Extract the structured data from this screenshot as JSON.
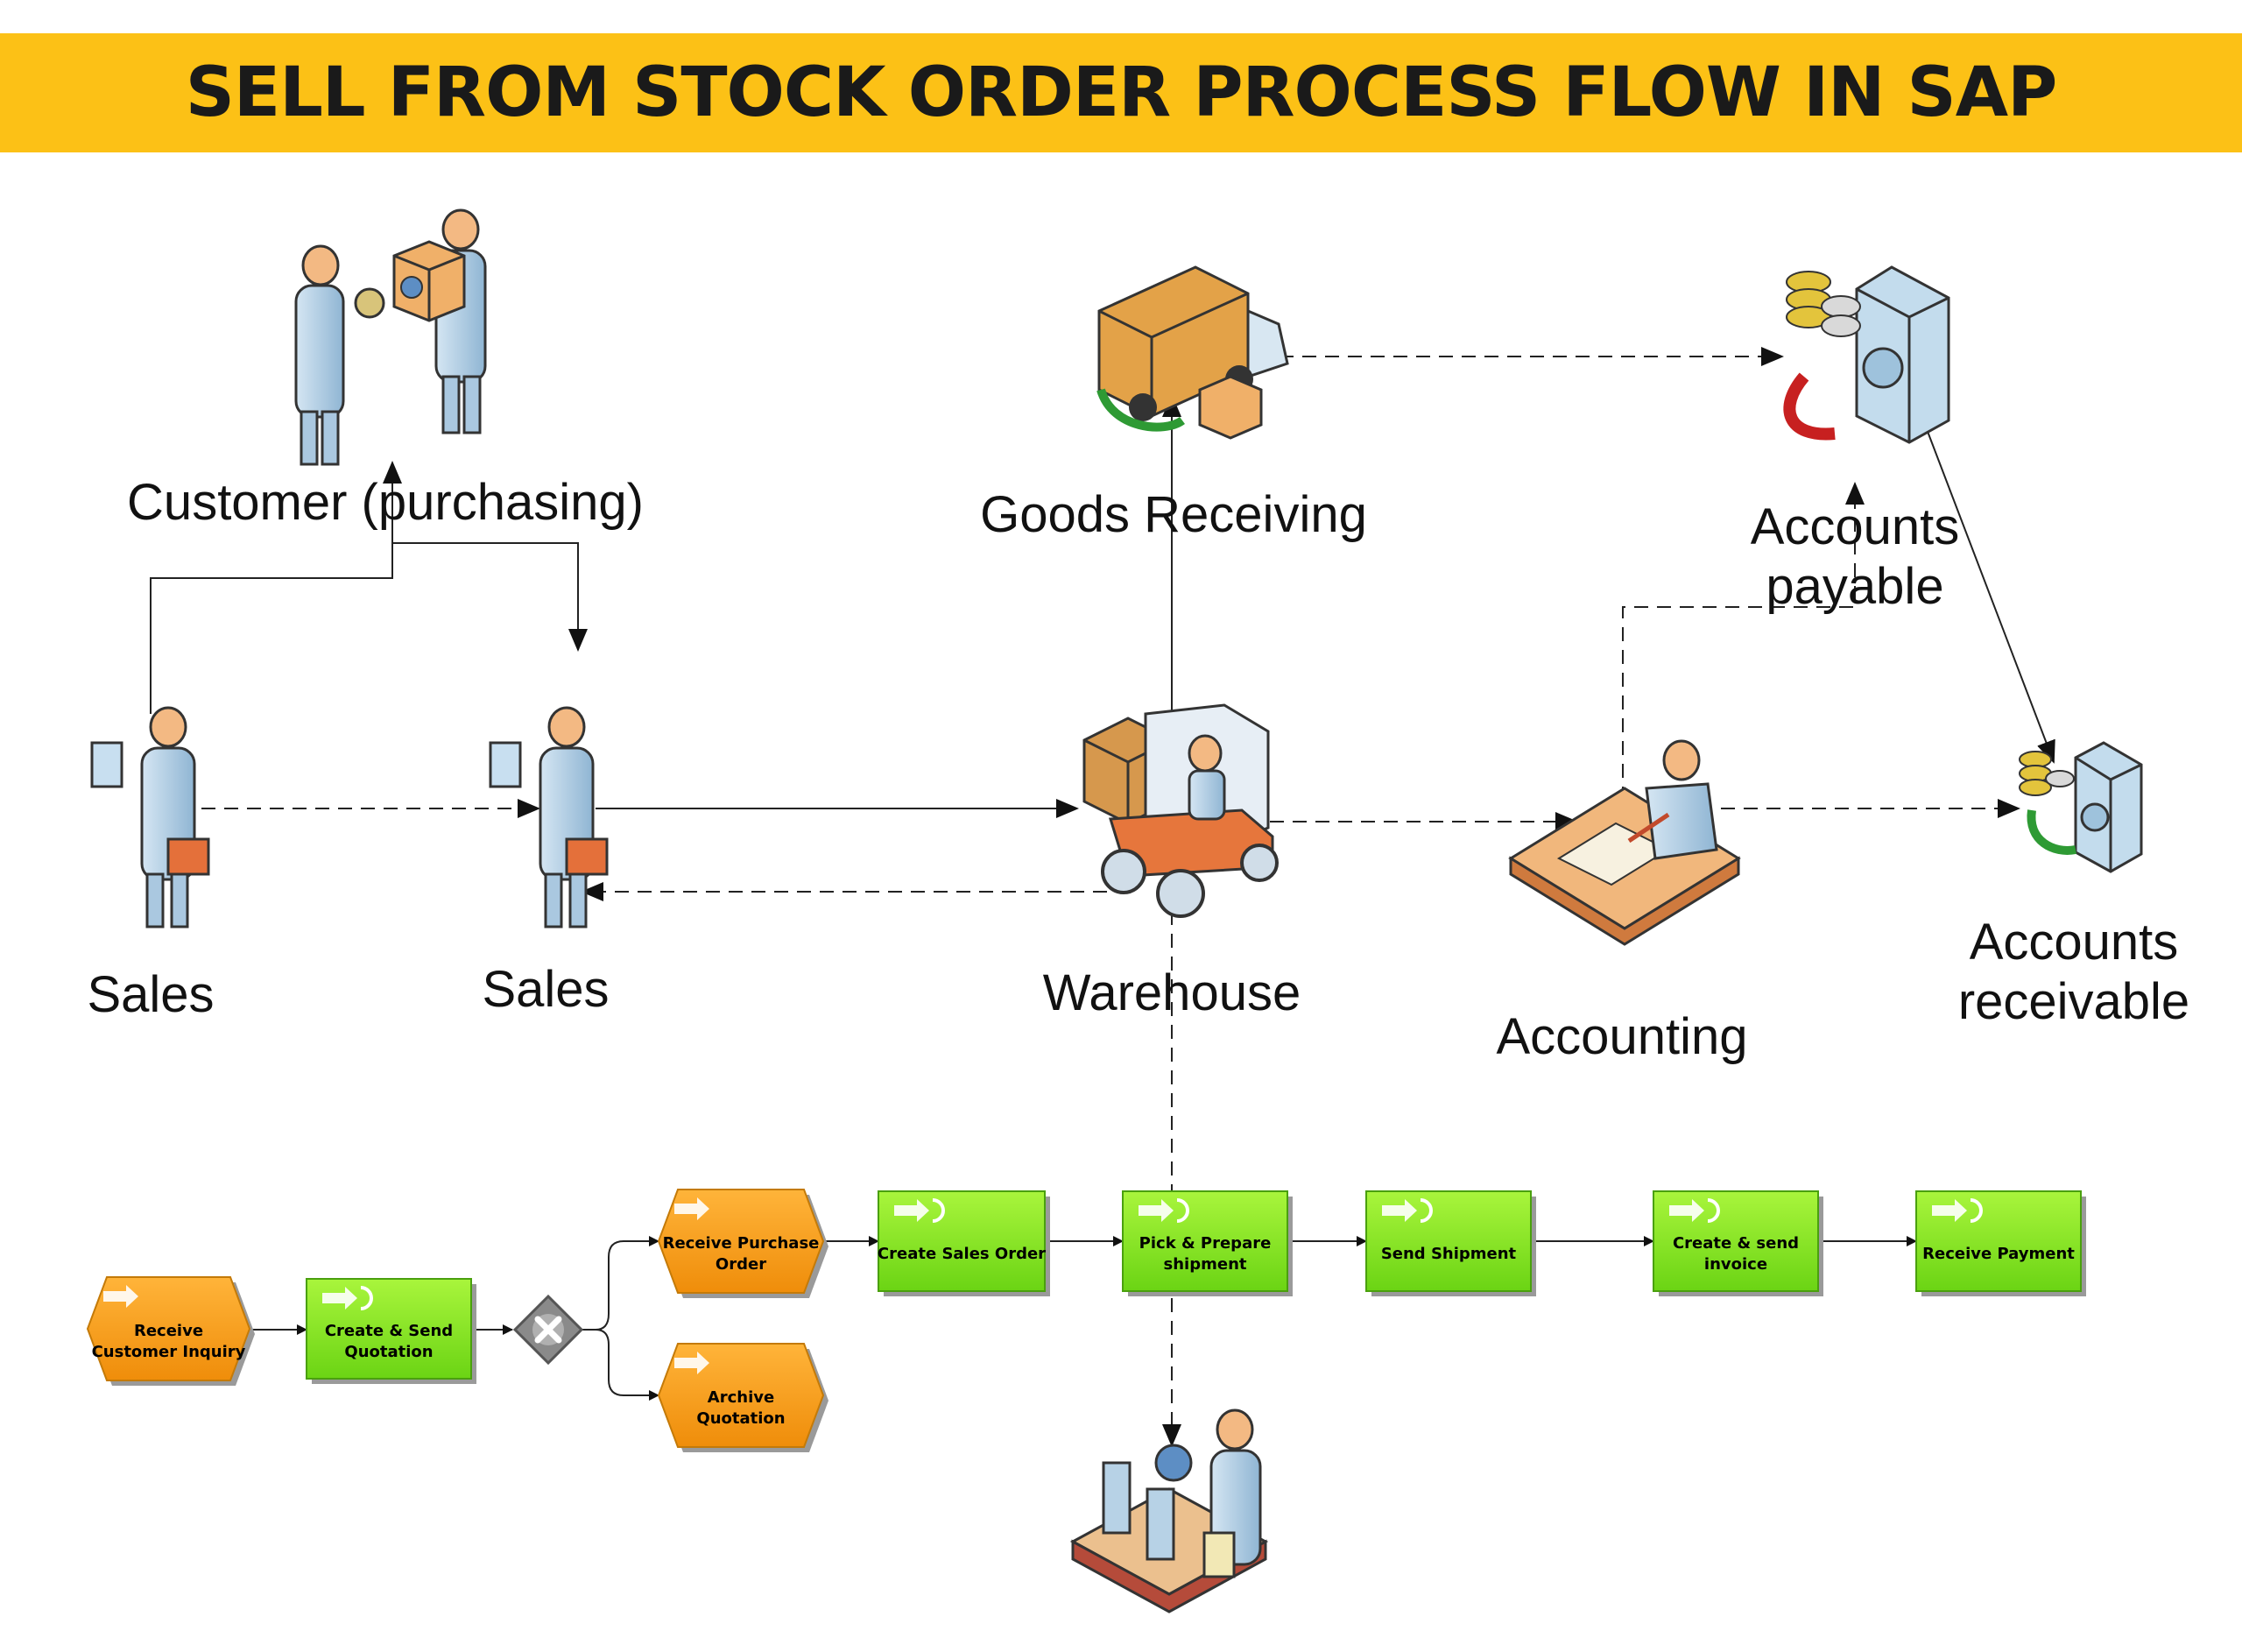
{
  "title": "SELL FROM STOCK ORDER PROCESS FLOW IN SAP",
  "colors": {
    "banner": "#fcc116",
    "event": "#f5a214",
    "function": "#86e61c",
    "line": "#222222"
  },
  "actors": {
    "customer": "Customer (purchasing)",
    "goods_receiving": "Goods Receiving",
    "accounts_payable": [
      "Accounts",
      "payable"
    ],
    "sales_1": "Sales",
    "sales_2": "Sales",
    "warehouse": "Warehouse",
    "accounting": "Accounting",
    "accounts_receivable": [
      "Accounts",
      "receivable"
    ]
  },
  "process": {
    "receive_inquiry": [
      "Receive",
      "Customer Inquiry"
    ],
    "create_quotation": [
      "Create & Send",
      "Quotation"
    ],
    "receive_po": [
      "Receive Purchase",
      "Order"
    ],
    "archive_quotation": [
      "Archive",
      "Quotation"
    ],
    "create_sales_order": [
      "Create Sales Order"
    ],
    "pick_prepare": [
      "Pick & Prepare",
      "shipment"
    ],
    "send_shipment": [
      "Send Shipment"
    ],
    "create_invoice": [
      "Create & send",
      "invoice"
    ],
    "receive_payment": [
      "Receive Payment"
    ]
  }
}
